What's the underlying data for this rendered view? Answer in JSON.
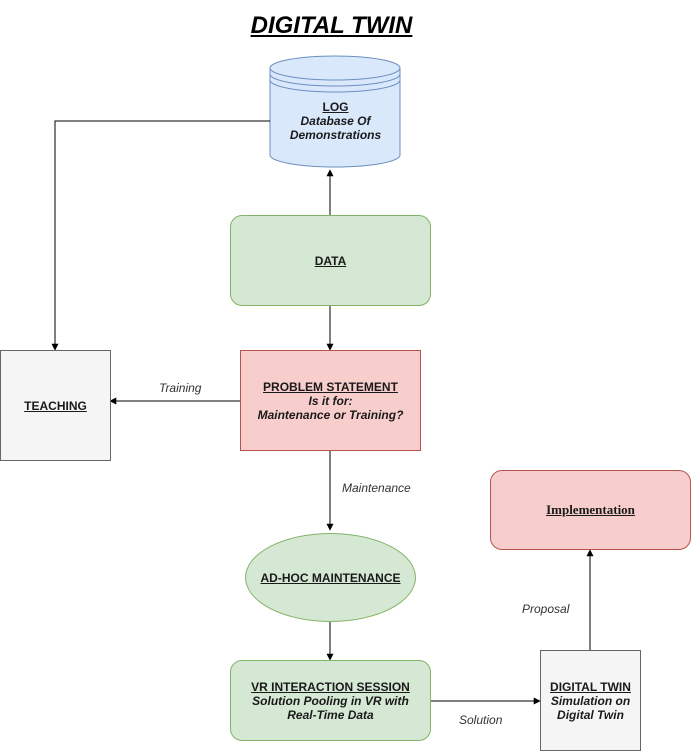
{
  "title": "DIGITAL TWIN",
  "log": {
    "heading": "LOG",
    "lines": [
      "Database Of",
      "Demonstrations"
    ]
  },
  "data_node": {
    "label": "DATA"
  },
  "teaching": {
    "label": "TEACHING"
  },
  "problem": {
    "heading": "PROBLEM STATEMENT",
    "lines": [
      "Is it for:",
      "Maintenance or Training?"
    ]
  },
  "adhoc": {
    "label": "AD-HOC MAINTENANCE"
  },
  "vr": {
    "heading": "VR INTERACTION SESSION",
    "lines": [
      "Solution Pooling in VR with",
      "Real-Time Data"
    ]
  },
  "twin": {
    "heading": "DIGITAL TWIN",
    "lines": [
      "Simulation on",
      "Digital Twin"
    ]
  },
  "implementation": {
    "label": "Implementation"
  },
  "edges": {
    "training": "Training",
    "maintenance": "Maintenance",
    "solution": "Solution",
    "proposal": "Proposal"
  },
  "colors": {
    "green_fill": "#d5e8d4",
    "green_stroke": "#82b366",
    "red_fill": "#f8cecc",
    "red_stroke": "#b85450",
    "grey_fill": "#f5f5f5",
    "grey_stroke": "#666666",
    "blue_fill": "#dae8fc",
    "blue_stroke": "#6c8ebf"
  }
}
